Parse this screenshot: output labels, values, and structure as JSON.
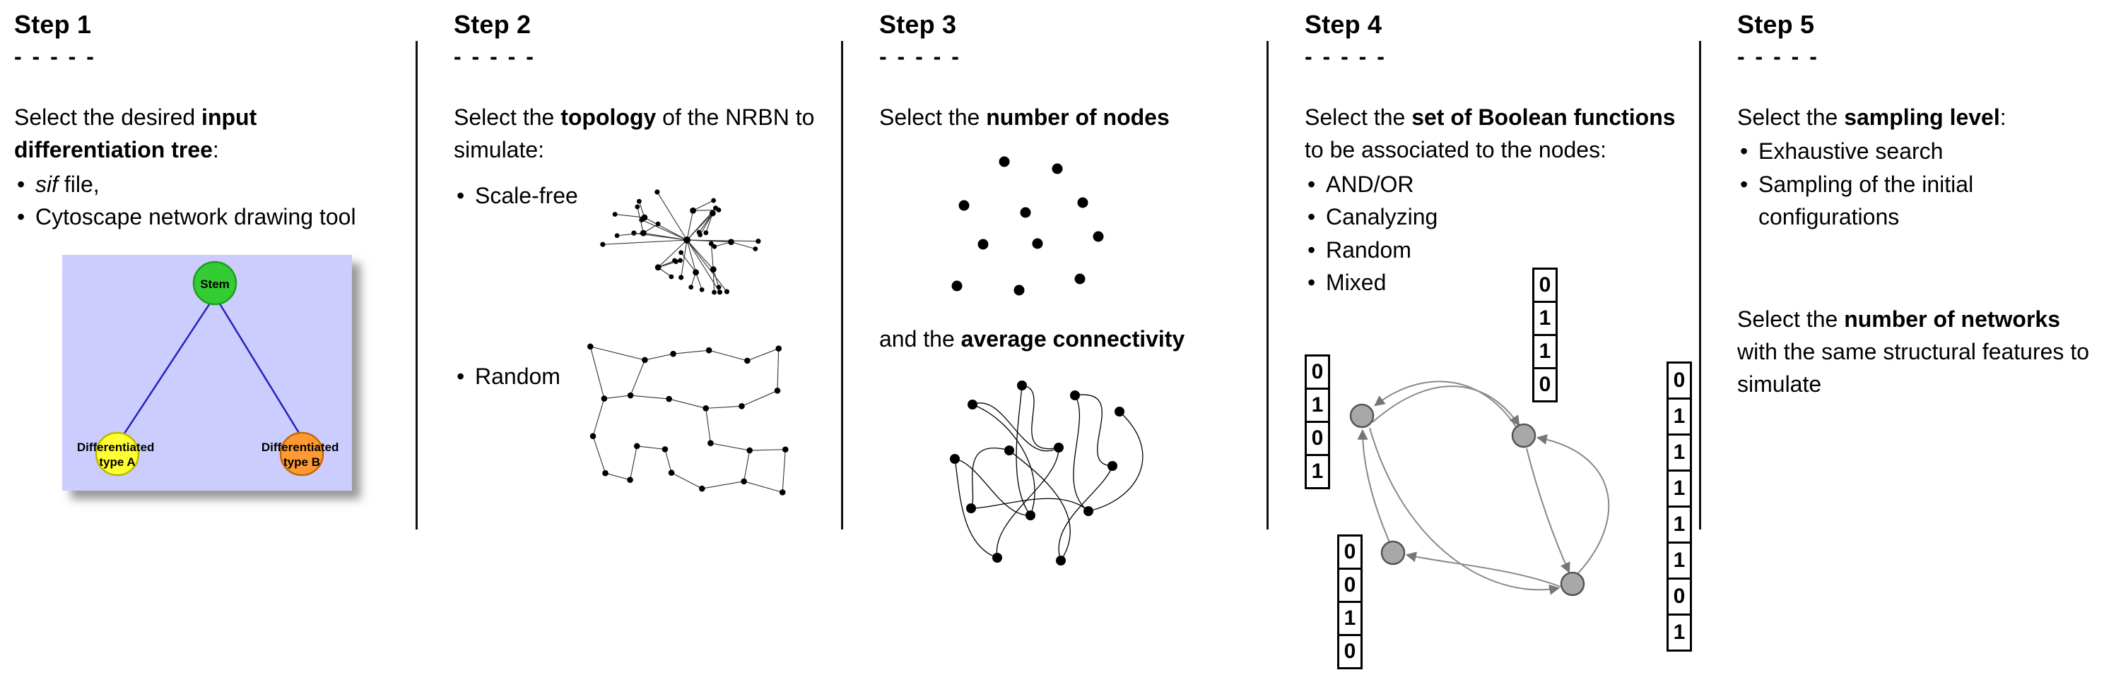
{
  "colors": {
    "stem_green": "#33cc33",
    "stem_border": "#1f9e1f",
    "type_a_yellow": "#ffff33",
    "type_a_border": "#b9b900",
    "type_b_orange": "#ff9933",
    "type_b_border": "#c26a00",
    "tree_bg": "#ccccff",
    "tree_edge_blue": "#2222bb",
    "boolean_node_gray": "#a8a8a8"
  },
  "steps": {
    "s1": {
      "title": "Step 1",
      "dashes": "- - - - -",
      "intro": {
        "pre": "Select the desired ",
        "bold": "input differentiation tree",
        "post": ":"
      },
      "bullet_marker": "•",
      "bullets": {
        "b1_italic": "sif",
        "b1_rest": " file,",
        "b2": "Cytoscape network drawing tool"
      },
      "tree": {
        "stem": "Stem",
        "type_a_line1": "Differentiated",
        "type_a_line2": "type A",
        "type_b_line1": "Differentiated",
        "type_b_line2": "type B"
      }
    },
    "s2": {
      "title": "Step 2",
      "dashes": "- - - - -",
      "intro": {
        "pre": "Select the ",
        "bold": "topology",
        "post": " of the NRBN to simulate:"
      },
      "bullet_marker": "•",
      "bullets": {
        "b1": "Scale-free",
        "b2": "Random"
      }
    },
    "s3": {
      "title": "Step 3",
      "dashes": "- - - - -",
      "line1": {
        "pre": "Select the ",
        "bold": "number of nodes"
      },
      "line2": {
        "pre": "and the ",
        "bold": "average connectivity"
      }
    },
    "s4": {
      "title": "Step 4",
      "dashes": "- - - - -",
      "intro": {
        "pre": "Select the ",
        "bold": "set of Boolean functions",
        "post": " to be associated to the nodes:"
      },
      "bullet_marker": "•",
      "bullets": [
        "AND/OR",
        "Canalyzing",
        "Random",
        "Mixed"
      ],
      "tables": {
        "top": [
          "0",
          "1",
          "1",
          "0"
        ],
        "left": [
          "0",
          "1",
          "0",
          "1"
        ],
        "right": [
          "0",
          "1",
          "1",
          "1",
          "1",
          "1",
          "0",
          "1"
        ],
        "bottom": [
          "0",
          "0",
          "1",
          "0"
        ]
      }
    },
    "s5": {
      "title": "Step 5",
      "dashes": "- - - - -",
      "intro": {
        "pre": "Select the ",
        "bold": "sampling level",
        "post": ":"
      },
      "bullet_marker": "•",
      "bullets": [
        "Exhaustive search",
        "Sampling of the initial configurations"
      ],
      "second": {
        "pre": "Select the ",
        "bold": "number of networks",
        "post": " with the same structural features to simulate"
      }
    }
  }
}
